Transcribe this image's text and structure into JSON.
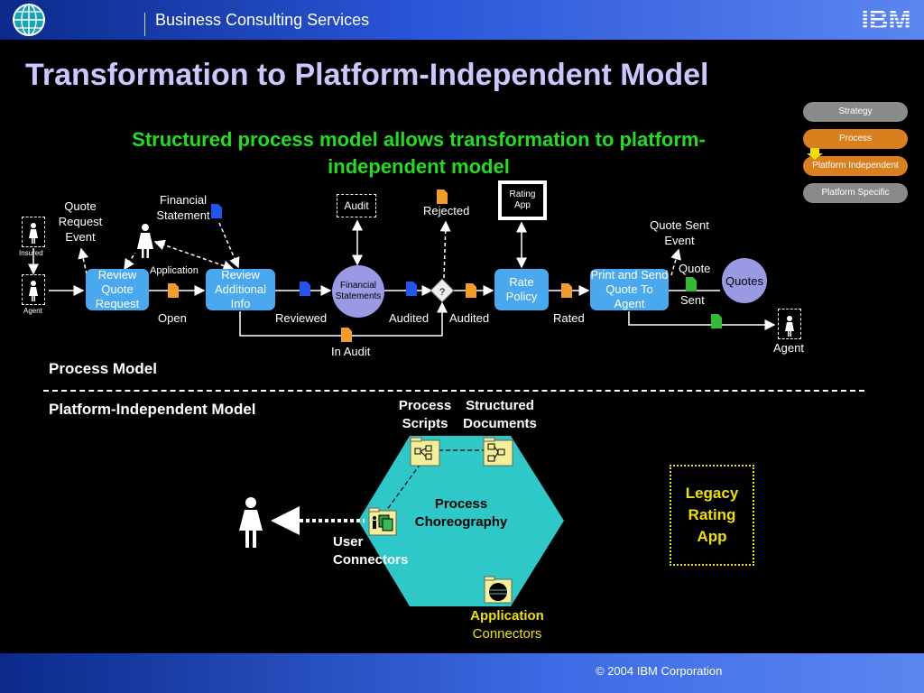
{
  "header": {
    "title": "Business Consulting Services",
    "logo": "IBM"
  },
  "footer": {
    "copyright": "© 2004 IBM Corporation"
  },
  "page_title": "Transformation to Platform-Independent Model",
  "subtitle": "Structured process model allows transformation to platform-independent model",
  "levels": [
    {
      "label": "Strategy",
      "color": "#8a8a8a"
    },
    {
      "label": "Process",
      "color": "#d97f1e"
    },
    {
      "label": "Platform Independent",
      "color": "#d97f1e"
    },
    {
      "label": "Platform Specific",
      "color": "#8a8a8a"
    }
  ],
  "process_model": {
    "section_label": "Process Model",
    "actors": {
      "insured": "Insured",
      "agent_left": "Agent",
      "agent_right": "Agent"
    },
    "events": {
      "quote_request_event": "Quote Request Event",
      "quote_sent_event": "Quote Sent Event"
    },
    "activities": {
      "review_quote_request": "Review Quote Request",
      "review_additional_info": "Review Additional Info",
      "rate_policy": "Rate Policy",
      "print_and_send": "Print and Send Quote To Agent"
    },
    "stores": {
      "financial_statements": "Financial Statements",
      "quotes": "Quotes"
    },
    "decision_symbol": "?",
    "external": {
      "audit": "Audit",
      "rating_app": "Rating App"
    },
    "documents": {
      "financial_statement": "Financial Statement",
      "application": "Application",
      "rejected": "Rejected",
      "quote": "Quote"
    },
    "states": {
      "open": "Open",
      "reviewed": "Reviewed",
      "audited_1": "Audited",
      "audited_2": "Audited",
      "rated": "Rated",
      "sent": "Sent",
      "in_audit": "In Audit"
    }
  },
  "pim": {
    "section_label": "Platform-Independent Model",
    "process_scripts": "Process Scripts",
    "structured_documents": "Structured Documents",
    "choreography": "Process Choreography",
    "user_connectors": "User Connectors",
    "application_connectors_1": "Application",
    "application_connectors_2": "Connectors",
    "legacy": "Legacy Rating App"
  },
  "colors": {
    "activity_box": "#4aa8ee",
    "store_circle": "#9a9ae4",
    "hexagon": "#2ec8c8",
    "subtitle": "#22dd22",
    "title": "#c8c8ff",
    "legacy": "#f0e000",
    "doc_orange": "#f39c2a",
    "doc_blue": "#2255ee",
    "doc_green": "#33bb33"
  },
  "icons": [
    "globe-icon",
    "person-icon",
    "document-icon",
    "decision-diamond-icon",
    "folder-icon",
    "database-icon"
  ]
}
